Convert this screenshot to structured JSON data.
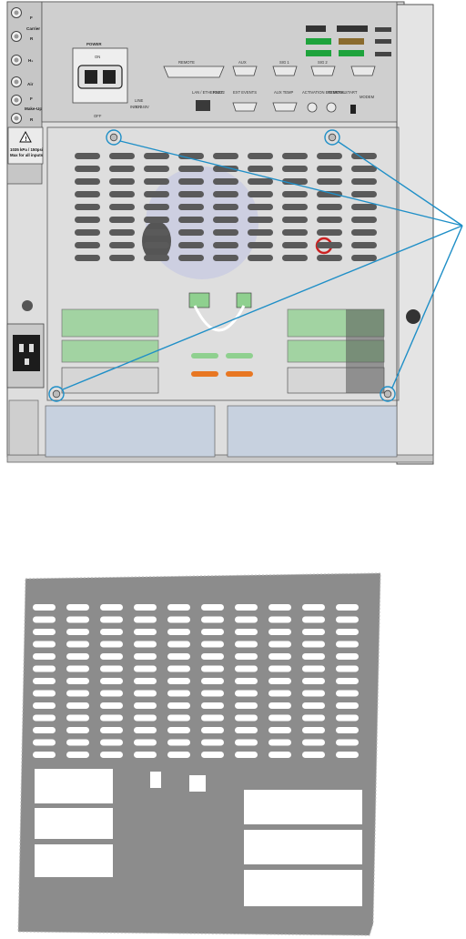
{
  "figure": {
    "gas_inlets": {
      "labels": [
        "F",
        "Carrier",
        "R",
        "H₂",
        "Air",
        "F",
        "Make-Up",
        "R"
      ],
      "warning_text": [
        "1035 kPa / 150psi",
        "Max for all inputs"
      ]
    },
    "power_module": {
      "name": "POWER",
      "switch_on": "ON",
      "switch_off": "OFF",
      "line_inputs": [
        "LINE",
        "INPUT",
        "10-240V"
      ]
    },
    "connector_labels": [
      "REMOTE",
      "AUX",
      "SIG 1",
      "SIG 2",
      "LAN / ETHERNET",
      "RS232",
      "EXT EVENTS",
      "AUX TEMP",
      "ACTIVATION EXTERNAL",
      "REMOTE START",
      "MODEM"
    ],
    "colors": {
      "chassis": "#dcdcdc",
      "panel": "#cccccc",
      "green": "#1ea33c",
      "orange": "#e87722",
      "callout": "#1f8fc7",
      "bottom_panel": "#c7d1df",
      "silhouette": "#8c8c8c"
    },
    "callout_target_count": 4
  }
}
